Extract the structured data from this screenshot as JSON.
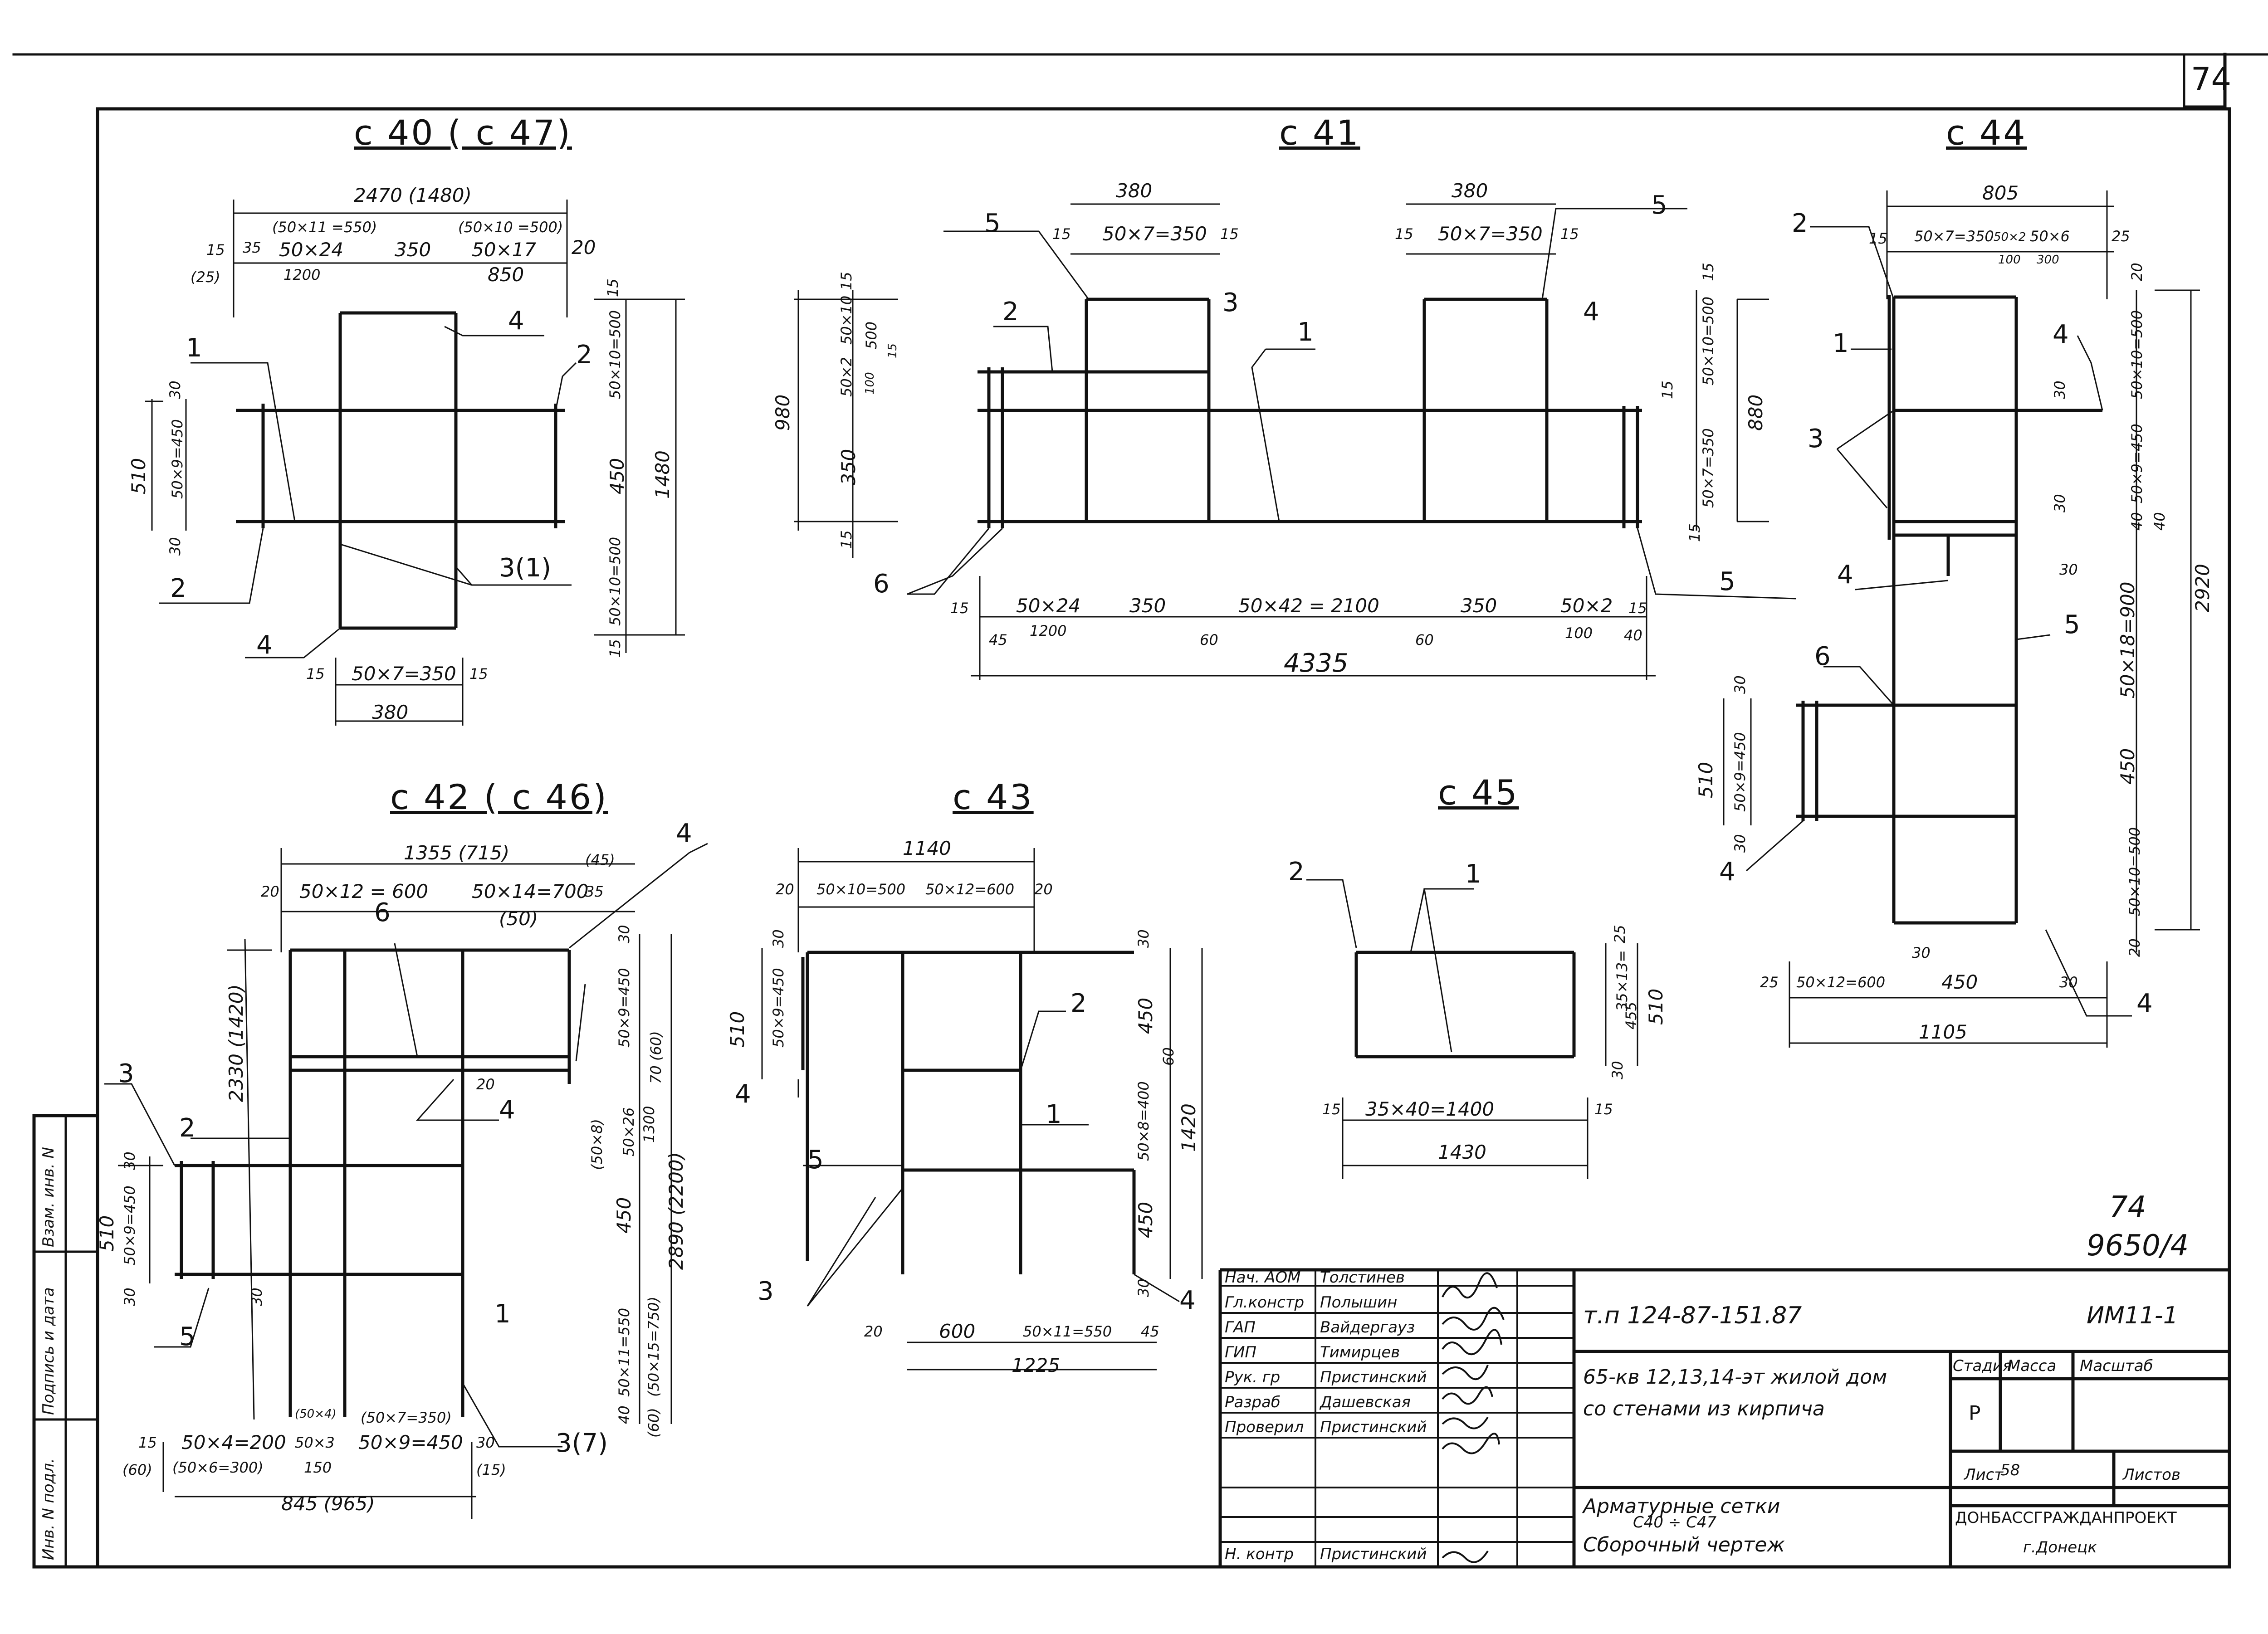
{
  "sheet": {
    "page_number": "74",
    "number_stamp_top": "74",
    "number_stamp_bottom": "9650/4"
  },
  "drawings": {
    "c40": {
      "title": "с 40 ( с 47)",
      "dims": [
        "2470 (1480)",
        "(50×11 =550)",
        "(50×10 =500)",
        "15",
        "35",
        "50×24",
        "350",
        "50×17",
        "20",
        "(25)",
        "1200",
        "850",
        "15",
        "50×10=500",
        "30",
        "50×9=450",
        "510",
        "30",
        "450",
        "1480",
        "50×10=500",
        "15",
        "15",
        "50×7=350",
        "15",
        "380"
      ],
      "callouts": [
        "1",
        "2",
        "2",
        "3(1)",
        "4",
        "4"
      ]
    },
    "c41": {
      "title": "с 41",
      "dims": [
        "380",
        "15",
        "50×7=350",
        "15",
        "380",
        "15",
        "50×7=350",
        "15",
        "15",
        "50×10",
        "500",
        "15",
        "50×2",
        "100",
        "980",
        "350",
        "15",
        "15",
        "50×10=500",
        "15",
        "50×7=350",
        "880",
        "15",
        "15",
        "50×24",
        "1200",
        "350",
        "50×42 = 2100",
        "350",
        "50×2",
        "100",
        "15",
        "45",
        "60",
        "60",
        "40",
        "4335"
      ],
      "callouts": [
        "5",
        "5",
        "5",
        "2",
        "3",
        "1",
        "4",
        "6"
      ]
    },
    "c44": {
      "title": "с 44",
      "dims": [
        "805",
        "15",
        "50×7=350",
        "50×2",
        "100",
        "50×6",
        "300",
        "25",
        "20",
        "50×10=500",
        "30",
        "50×9=450",
        "30",
        "40",
        "40",
        "2920",
        "30",
        "50×18=900",
        "450",
        "50×10=500",
        "20",
        "30",
        "510",
        "50×9=450",
        "30",
        "25",
        "50×12=600",
        "450",
        "30",
        "1105",
        "30"
      ],
      "callouts": [
        "2",
        "1",
        "3",
        "4",
        "4",
        "5",
        "6",
        "4",
        "4"
      ]
    },
    "c42": {
      "title": "с 42 ( с 46)",
      "dims": [
        "1355 (715)",
        "(45)",
        "20",
        "50×12 = 600",
        "50×14=700",
        "35",
        "(50)",
        "30",
        "50×9=450",
        "70 (60)",
        "2330 (1420)",
        "20",
        "(50×8)",
        "50×26",
        "1300",
        "2890 (2200)",
        "30",
        "510",
        "50×9=450",
        "30",
        "450",
        "30",
        "50×11=550",
        "(50×15=750)",
        "40",
        "(60)",
        "15",
        "50×4=200",
        "(50×4)",
        "50×3",
        "(50×7=350)",
        "50×9=450",
        "30",
        "(60)",
        "(50×6=300)",
        "150",
        "(15)",
        "845 (965)"
      ],
      "callouts": [
        "3",
        "2",
        "6",
        "4",
        "4",
        "5",
        "1",
        "3(7)"
      ]
    },
    "c43": {
      "title": "с 43",
      "dims": [
        "1140",
        "20",
        "50×10=500",
        "50×12=600",
        "20",
        "30",
        "510",
        "50×9=450",
        "30",
        "450",
        "60",
        "50×8=400",
        "1420",
        "450",
        "30",
        "20",
        "600",
        "50×11=550",
        "45",
        "1225"
      ],
      "callouts": [
        "2",
        "1",
        "4",
        "5",
        "3",
        "4"
      ]
    },
    "c45": {
      "title": "с 45",
      "dims": [
        "25",
        "35×13=",
        "455",
        "510",
        "30",
        "15",
        "35×40=1400",
        "15",
        "1430"
      ],
      "callouts": [
        "2",
        "1"
      ]
    }
  },
  "side_stamp": {
    "labels": [
      "Инв. N подл.",
      "Подпись и дата",
      "Взам. инв. N"
    ]
  },
  "title_block": {
    "roles": [
      "Нач. АОМ",
      "Гл.констр",
      "ГАП",
      "ГИП",
      "Рук. гр",
      "Разраб",
      "Проверил",
      "",
      "",
      "Н. контр"
    ],
    "names": [
      "Толстинев",
      "Полышин",
      "Вайдергауз",
      "Тимирцев",
      "Пристинский",
      "Дашевская",
      "Пристинский",
      "",
      "",
      "Пристинский"
    ],
    "doc_code": "т.п 124-87-151.87",
    "sheet_code": "ИМ11-1",
    "project_line1": "65-кв 12,13,14-эт жилой дом",
    "project_line2": "со стенами из кирпича",
    "col_stage": "Стадия",
    "col_mass": "Масса",
    "col_scale": "Масштаб",
    "stage_value": "Р",
    "sheet_label": "Лист",
    "sheet_value": "58",
    "sheets_label": "Листов",
    "drawing_name_1": "Арматурные сетки",
    "drawing_name_2": "С40 ÷ С47",
    "drawing_name_3": "Сборочный чертеж",
    "org_line1": "ДОНБАССГРАЖДАНПРОЕКТ",
    "org_line2": "г.Донецк"
  }
}
